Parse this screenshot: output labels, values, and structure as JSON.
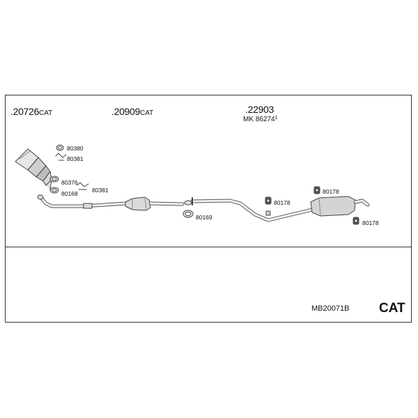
{
  "parts": {
    "p1": {
      "number": ".20726",
      "suffix": "CAT"
    },
    "p2": {
      "number": ".20909",
      "suffix": "CAT"
    },
    "p3": {
      "number": ".22903",
      "mk_prefix": "MK",
      "mk_number": "86274",
      "mk_sup": "1"
    }
  },
  "callouts": {
    "c80380": "80380",
    "c80381a": "80381",
    "c80376": "80376",
    "c80168": "80168",
    "c80381b": "80381",
    "c80169": "80169",
    "c80178a": "80178",
    "c80178b": "80178",
    "c80178c": "80178"
  },
  "footer": {
    "code": "MB20071B",
    "cat": "CAT"
  }
}
